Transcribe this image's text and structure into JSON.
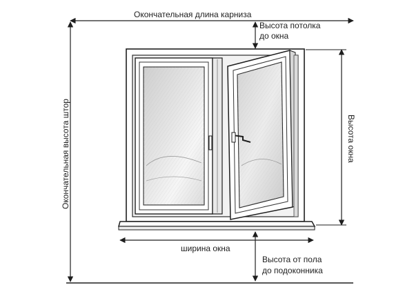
{
  "labels": {
    "cornice_length": "Окончательная длина карниза",
    "ceiling_to_window_line1": "Высота потолка",
    "ceiling_to_window_line2": "до окна",
    "window_height": "Высота окна",
    "curtain_height": "Окончательная высота штор",
    "window_width": "ширина окна",
    "floor_to_sill_line1": "Высота от пола",
    "floor_to_sill_line2": "до подоконника"
  },
  "colors": {
    "line": "#1e1e1e",
    "frame_fill": "#ffffff",
    "glass_fill": "#d8d8d8",
    "glass_highlight": "#f4f4f4",
    "background": "#ffffff"
  }
}
